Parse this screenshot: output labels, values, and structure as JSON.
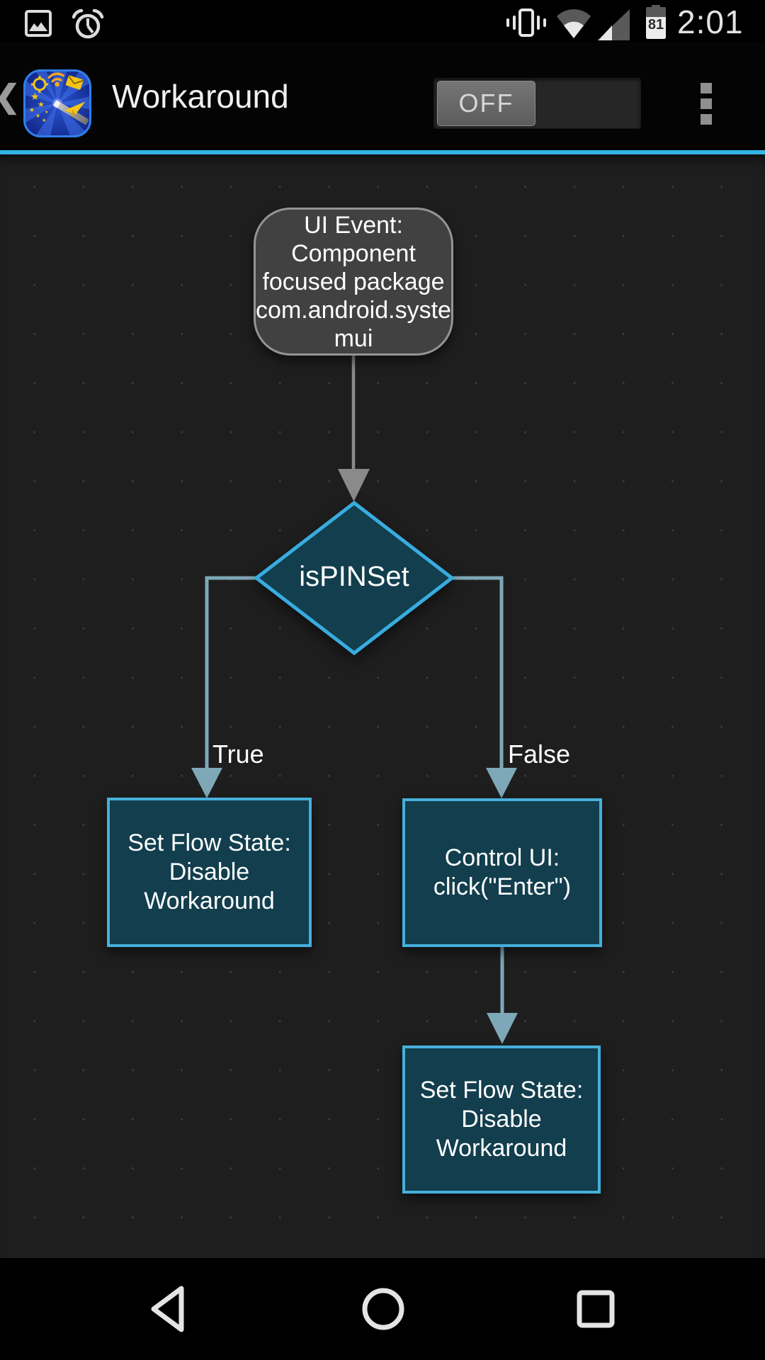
{
  "status_bar": {
    "time": "2:01",
    "battery_percent": "81"
  },
  "app_bar": {
    "title": "Workaround",
    "toggle": {
      "state_label": "OFF"
    }
  },
  "flowchart": {
    "start_block": "UI Event:\nComponent\nfocused package\ncom.android.syste\nmui",
    "decision_block": "isPINSet",
    "branch_true_label": "True",
    "branch_false_label": "False",
    "true_block": "Set Flow State:\nDisable\nWorkaround",
    "false_block": "Control UI:\nclick(\"Enter\")",
    "end_block": "Set Flow State:\nDisable\nWorkaround"
  },
  "colors": {
    "accent_blue": "#33b5e5",
    "node_border_blue": "#45b0da",
    "node_fill_teal": "#123e4d",
    "start_fill_gray": "#414141",
    "start_border_gray": "#949494",
    "connector_steel_blue": "#7ea8b8",
    "connector_gray": "#8a8a8a"
  }
}
